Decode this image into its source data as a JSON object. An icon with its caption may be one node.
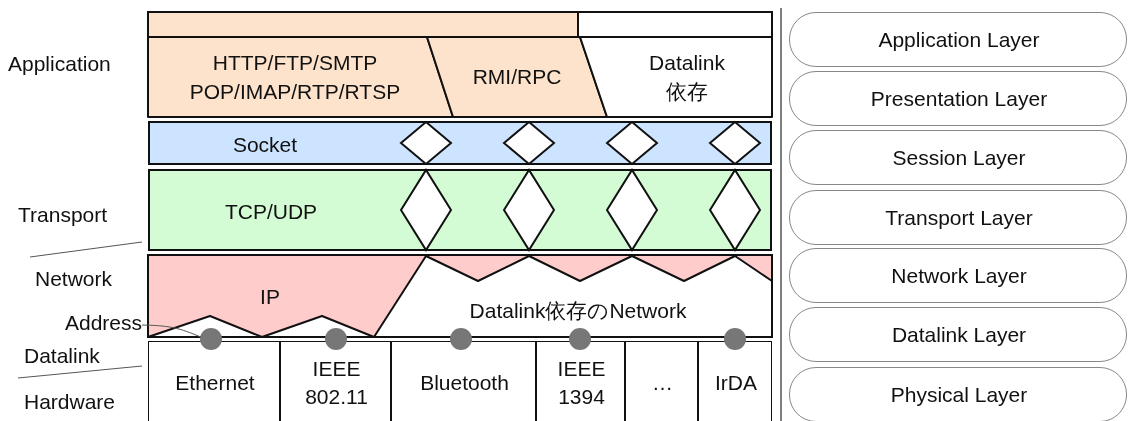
{
  "diagram": {
    "nodes": [
      {
        "text": [
          "HTTP/FTP/SMTP POP/IMAP/RTP/RTSP"
        ]
      },
      {
        "text": [
          "RMI/RPC"
        ]
      },
      {
        "text": [
          "Datalink依存"
        ]
      },
      {
        "text": [
          "Socket"
        ]
      },
      {
        "text": [
          "TCP/UDP"
        ]
      },
      {
        "text": [
          "IP"
        ]
      },
      {
        "text": [
          "Datalink依存のNetwork"
        ]
      },
      {
        "text": [
          "Ethernet"
        ]
      },
      {
        "text": [
          "IEEE 802.11"
        ]
      },
      {
        "text": [
          "Bluetooth"
        ]
      },
      {
        "text": [
          "IEEE 1394"
        ]
      },
      {
        "text": [
          "…"
        ]
      },
      {
        "text": [
          "IrDA"
        ]
      },
      {
        "text": [
          "Address"
        ]
      },
      {
        "text": [],
        "shape": "circle"
      },
      {
        "text": [],
        "shape": "circle"
      },
      {
        "text": [],
        "shape": "circle"
      },
      {
        "text": [],
        "shape": "circle"
      },
      {
        "text": [],
        "shape": "circle"
      },
      {
        "text": [
          "Application Layer"
        ]
      },
      {
        "text": [
          "Presentation Layer"
        ]
      },
      {
        "text": [
          "Session Layer"
        ]
      },
      {
        "text": [
          "Transport Layer"
        ]
      },
      {
        "text": [
          "Network Layer"
        ]
      },
      {
        "text": [
          "Datalink Layer"
        ]
      },
      {
        "text": [
          "Physical Layer"
        ]
      },
      {
        "text": [],
        "shape": "diamond",
        "in": 3
      },
      {
        "text": [],
        "shape": "diamond",
        "in": 3
      },
      {
        "text": [],
        "shape": "diamond",
        "in": 3
      },
      {
        "text": [],
        "shape": "diamond",
        "in": 3
      },
      {
        "text": [],
        "shape": "diamond",
        "in": 4
      },
      {
        "text": [],
        "shape": "diamond",
        "in": 4
      },
      {
        "text": [],
        "shape": "diamond",
        "in": 4
      },
      {
        "text": [],
        "shape": "diamond",
        "in": 4
      }
    ],
    "edges": [
      {
        "from": 13,
        "to": 14,
        "arrow": "none"
      }
    ],
    "labels": [
      "Application",
      "Transport",
      "Network",
      "Datalink",
      "Hardware"
    ]
  }
}
